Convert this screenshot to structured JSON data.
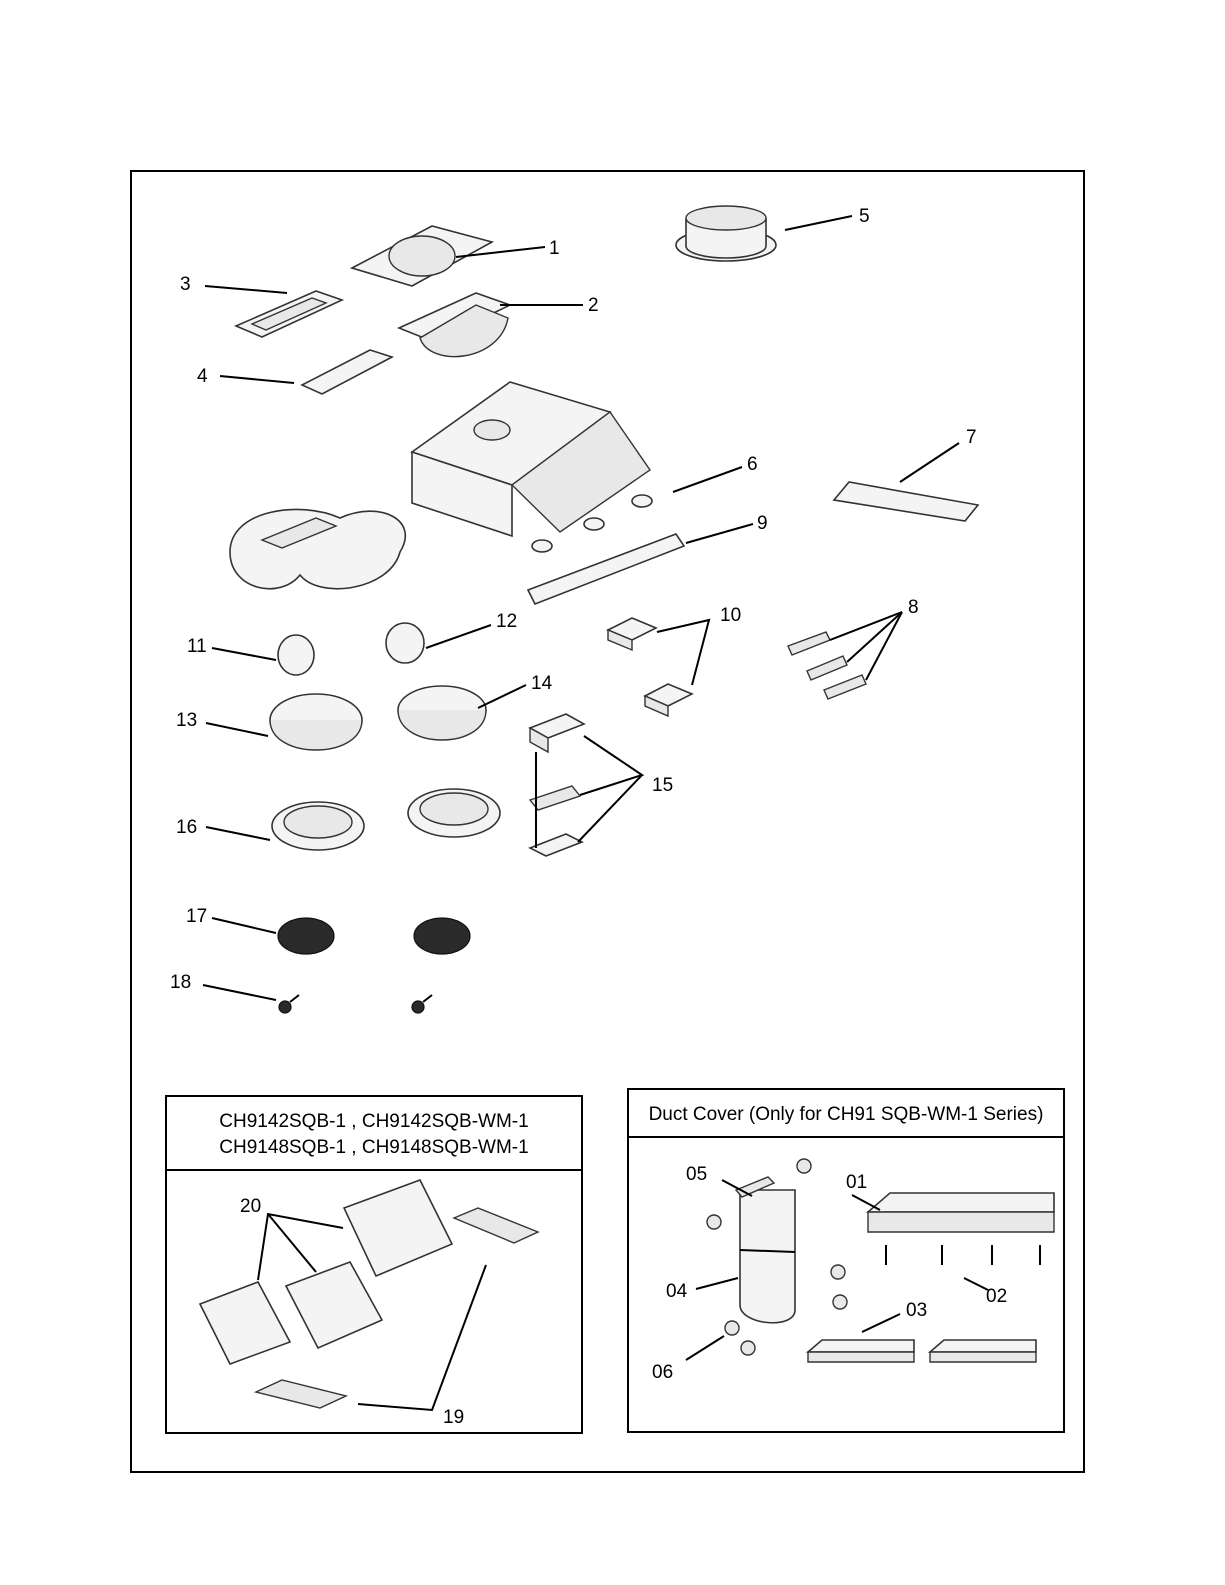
{
  "callouts": {
    "n1": "1",
    "n2": "2",
    "n3": "3",
    "n4": "4",
    "n5": "5",
    "n6": "6",
    "n7": "7",
    "n8": "8",
    "n9": "9",
    "n10": "10",
    "n11": "11",
    "n12": "12",
    "n13": "13",
    "n14": "14",
    "n15": "15",
    "n16": "16",
    "n17": "17",
    "n18": "18",
    "n19": "19",
    "n20": "20"
  },
  "filter_box": {
    "title_line1": "CH9142SQB-1 , CH9142SQB-WM-1",
    "title_line2": "CH9148SQB-1 , CH9148SQB-WM-1"
  },
  "duct_box": {
    "title": "Duct Cover (Only for CH91 SQB-WM-1 Series)",
    "labels": {
      "d01": "01",
      "d02": "02",
      "d03": "03",
      "d04": "04",
      "d05": "05",
      "d06": "06"
    }
  }
}
